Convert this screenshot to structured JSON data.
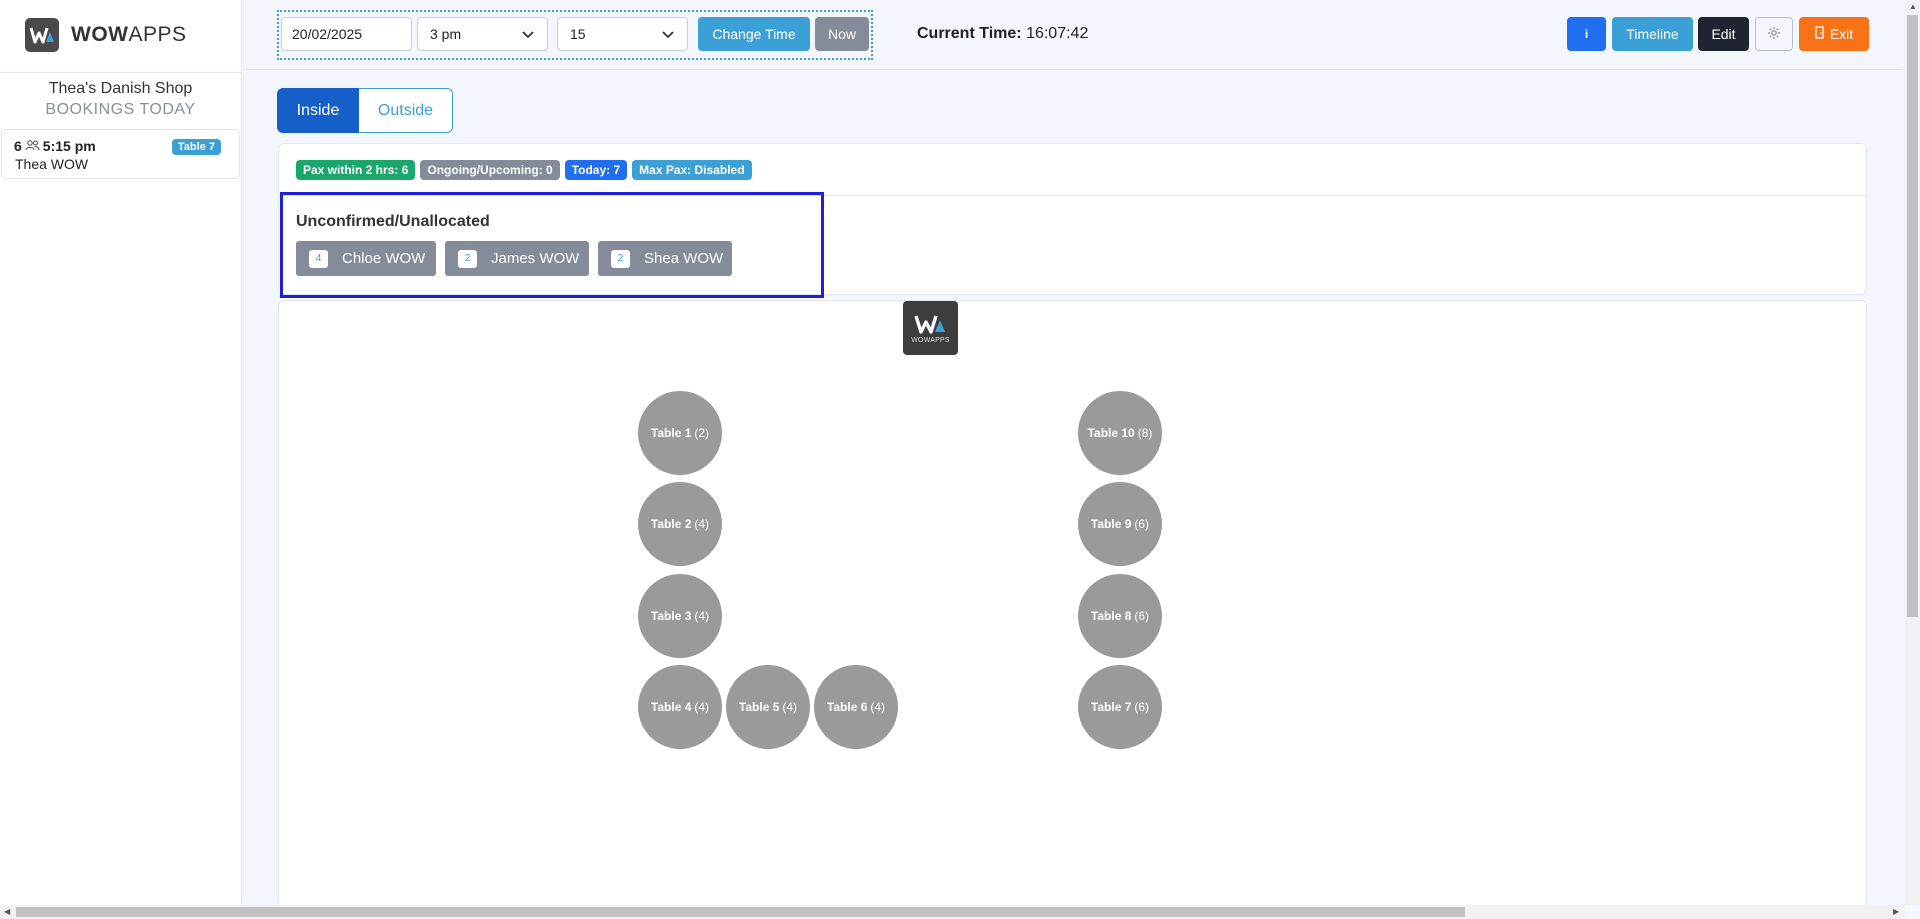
{
  "brand": {
    "name_bold": "WOW",
    "name_light": "APPS",
    "floor_logo_bold": "WOW",
    "floor_logo_light": "APPS"
  },
  "sidebar": {
    "shop_name": "Thea's Danish Shop",
    "section_title": "BOOKINGS TODAY",
    "bookings": [
      {
        "pax": "6",
        "time": "5:15 pm",
        "name": "Thea WOW",
        "table": "Table 7"
      }
    ]
  },
  "toolbar": {
    "date_value": "20/02/2025",
    "hour_value": "3 pm",
    "minute_value": "15",
    "change_time_label": "Change Time",
    "now_label": "Now",
    "current_time_label": "Current Time:",
    "current_time_value": "16:07:42",
    "info_label": "i",
    "timeline_label": "Timeline",
    "edit_label": "Edit",
    "exit_label": "Exit"
  },
  "tabs": [
    {
      "label": "Inside",
      "active": true
    },
    {
      "label": "Outside",
      "active": false
    }
  ],
  "stats": [
    {
      "label": "Pax within 2 hrs: 6",
      "color": "#1aa76b"
    },
    {
      "label": "Ongoing/Upcoming: 0",
      "color": "#848c99"
    },
    {
      "label": "Today: 7",
      "color": "#1f6ff0"
    },
    {
      "label": "Max Pax: Disabled",
      "color": "#3aa0d6"
    }
  ],
  "unconfirmed": {
    "title": "Unconfirmed/Unallocated",
    "guests": [
      {
        "count": "4",
        "name": "Chloe WOW"
      },
      {
        "count": "2",
        "name": "James WOW"
      },
      {
        "count": "2",
        "name": "Shea WOW"
      }
    ]
  },
  "tables": [
    {
      "name": "Table 1",
      "capacity": "(2)"
    },
    {
      "name": "Table 2",
      "capacity": "(4)"
    },
    {
      "name": "Table 3",
      "capacity": "(4)"
    },
    {
      "name": "Table 4",
      "capacity": "(4)"
    },
    {
      "name": "Table 5",
      "capacity": "(4)"
    },
    {
      "name": "Table 6",
      "capacity": "(4)"
    },
    {
      "name": "Table 7",
      "capacity": "(6)"
    },
    {
      "name": "Table 8",
      "capacity": "(6)"
    },
    {
      "name": "Table 9",
      "capacity": "(6)"
    },
    {
      "name": "Table 10",
      "capacity": "(8)"
    }
  ],
  "colors": {
    "accent": "#3aa0d6",
    "primary": "#1560c8",
    "highlight_border": "#1f1fd6",
    "table_fill": "#9a9a9a",
    "exit": "#f97316"
  }
}
